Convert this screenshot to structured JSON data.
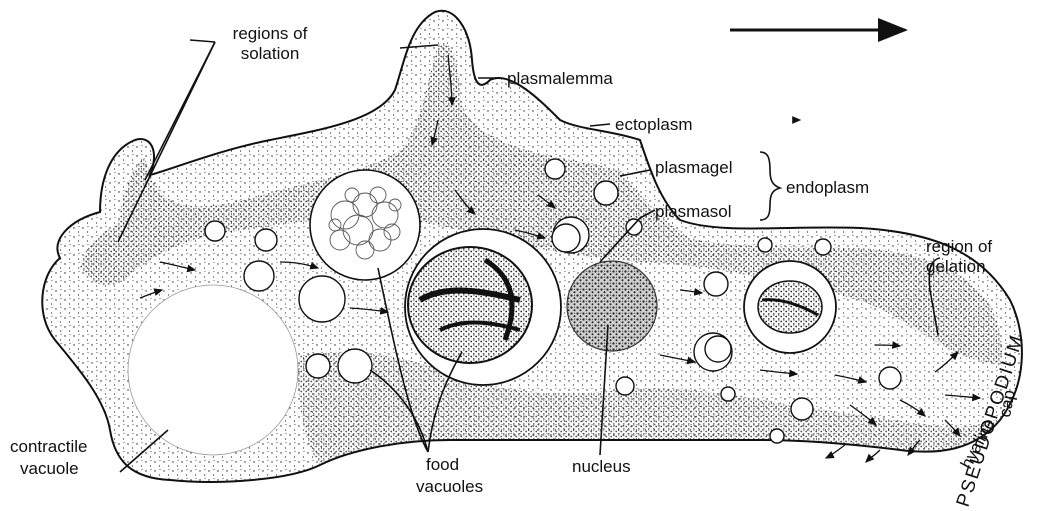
{
  "labels": {
    "regions_of_solation_1": "regions of",
    "regions_of_solation_2": "solation",
    "plasmalemma": "plasmalemma",
    "ectoplasm": "ectoplasm",
    "plasmagel": "plasmagel",
    "plasmasol": "plasmasol",
    "endoplasm": "endoplasm",
    "region_of_gelation_1": "region of",
    "region_of_gelation_2": "gelation",
    "contractile_vacuole_1": "contractile",
    "contractile_vacuole_2": "vacuole",
    "food_vacuoles_1": "food",
    "food_vacuoles_2": "vacuoles",
    "nucleus": "nucleus",
    "hyaline": "hyaline",
    "cap": "cap",
    "pseudopodium": "PSEUDOPODIUM"
  },
  "colors": {
    "ink": "#111111",
    "stipple": "#1a1a1a",
    "background": "#ffffff"
  }
}
